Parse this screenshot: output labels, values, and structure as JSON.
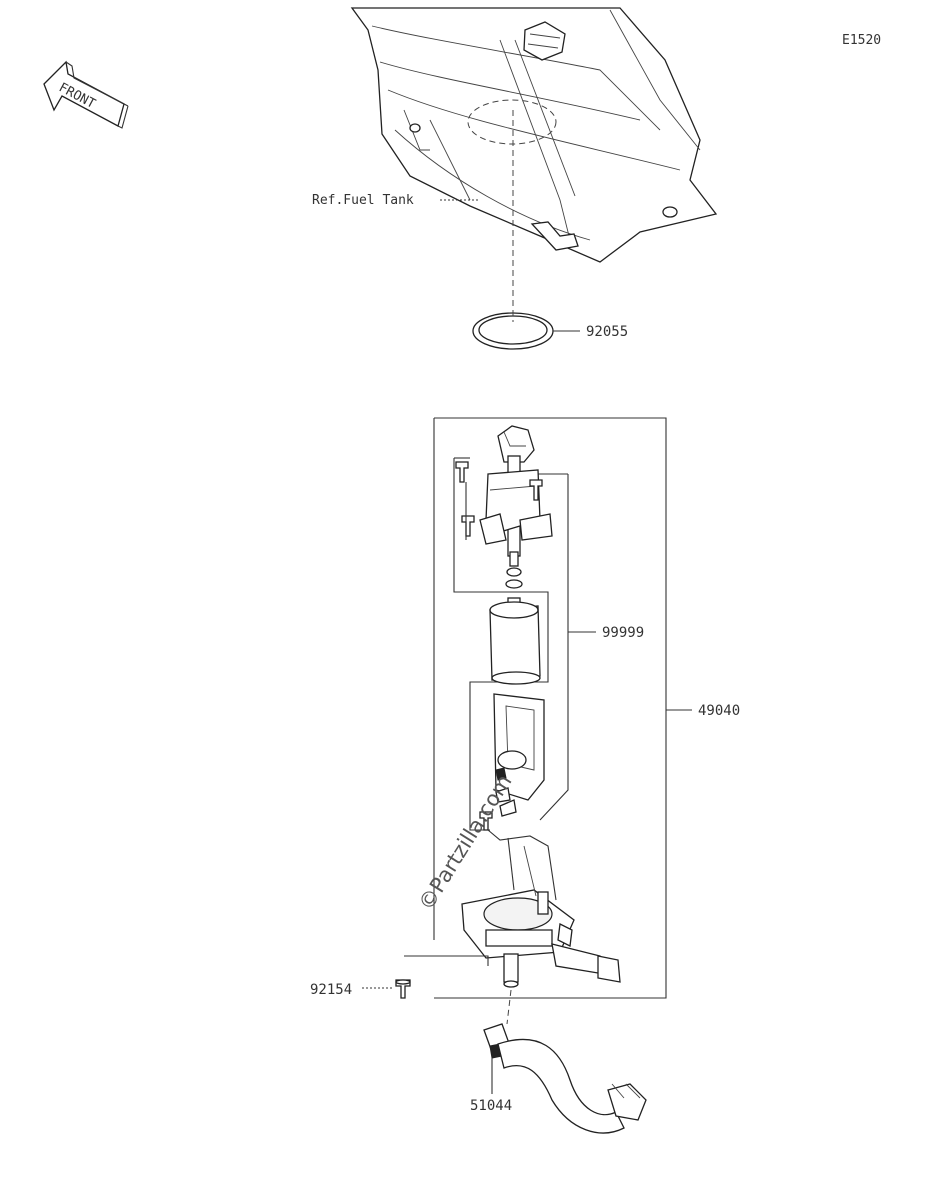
{
  "diagram": {
    "code": "E1520",
    "front_arrow_label": "FRONT",
    "reference_label": "Ref.Fuel Tank",
    "watermark": "©Partzilla.com",
    "callouts": [
      {
        "id": "92055"
      },
      {
        "id": "99999"
      },
      {
        "id": "49040"
      },
      {
        "id": "92154"
      },
      {
        "id": "51044"
      }
    ]
  }
}
